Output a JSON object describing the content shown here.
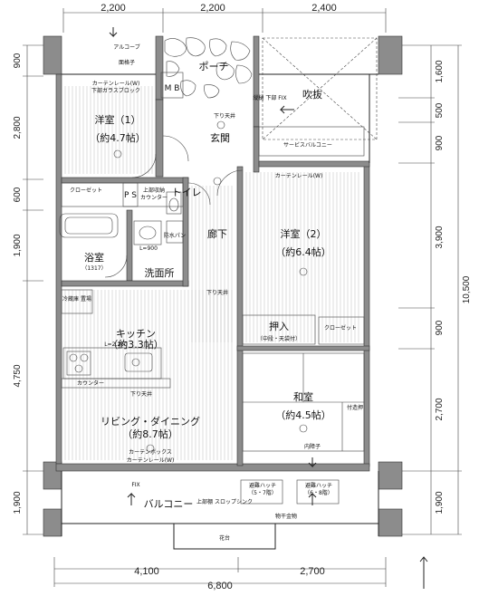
{
  "dimensions": {
    "top": [
      "2,200",
      "2,200",
      "2,400"
    ],
    "bottom": [
      "4,100",
      "2,700"
    ],
    "bottom_total": "6,800",
    "left": [
      "900",
      "2,800",
      "600",
      "1,900",
      "4,750",
      "1,900"
    ],
    "right": [
      "1,600",
      "500",
      "900",
      "3,900",
      "10,500",
      "900",
      "2,700",
      "1,900"
    ]
  },
  "rooms": {
    "western1": {
      "name": "洋室（1）",
      "size": "（約4.7帖）"
    },
    "western2": {
      "name": "洋室（2）",
      "size": "（約6.4帖）"
    },
    "kitchen": {
      "name": "キッチン",
      "size": "（約3.3帖）"
    },
    "living": {
      "name": "リビング・ダイニング",
      "size": "（約8.7帖）"
    },
    "japanese": {
      "name": "和室",
      "size": "（約4.5帖）"
    },
    "bath": {
      "name": "浴室",
      "size": "（1317）"
    },
    "washroom": "洗面所",
    "entrance": "玄関",
    "toilet": "トイレ",
    "hallway": "廊下",
    "porch": "ポーチ",
    "fukinuke": "吹抜",
    "balcony": "バルコニー",
    "oshiire": {
      "name": "押入",
      "note": "（中段・天袋付）"
    }
  },
  "labels": {
    "alcove": "アルコーブ",
    "lattice": "面格子",
    "curtain_rail_w_glass": "カーテンレール(W)",
    "glass_block": "下部ガラスブロック",
    "mb": "M B",
    "closet": "クローゼット",
    "ps": "P S",
    "upper_storage": "上部収納",
    "counter": "カウンター",
    "waterproof_pan": "防水パン",
    "lower_ceiling": "下り天井",
    "service_balcony": "サービスバルコニー",
    "curtain_rail_w": "カーテンレール(W)",
    "closet2": "クローゼット",
    "built_in": "付造押",
    "inner_lattice": "内障子",
    "curtain_box": "カーテンボックス",
    "curtain_rail_w2": "カーテンレール(W)",
    "fix": "FIX",
    "evac_hatch_1": "避難ハッチ",
    "evac_hatch_1_note": "（5・7階）",
    "evac_hatch_2": "避難ハッチ",
    "evac_hatch_2_note": "（6・8階）",
    "slop_sink": "上部棚\nスロップシンク",
    "laundry": "物干金物",
    "flower_bed": "花台",
    "lower_ceiling2": "下り天井",
    "lower_ceiling3": "下り天井",
    "fridge": "冷蔵庫\n置場",
    "range": "L=2,250",
    "washstand": "L=900",
    "counter2": "カウンター",
    "vert_label": "縦樋\n下部\nFIX"
  }
}
